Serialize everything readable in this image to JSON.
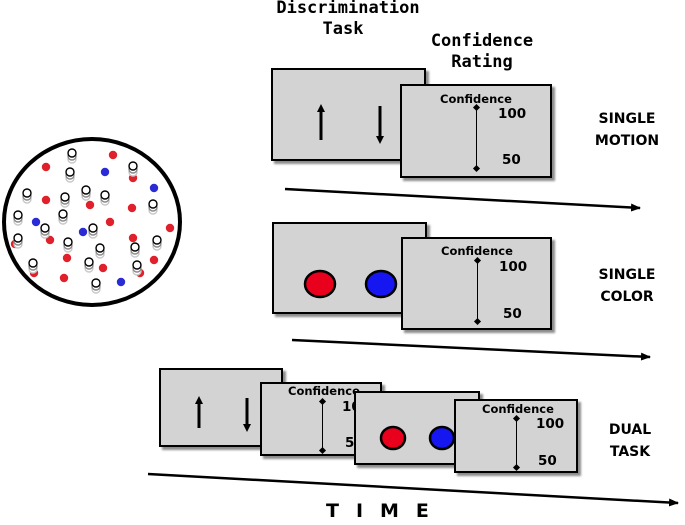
{
  "headers": {
    "discrimination_line1": "Discrimination",
    "discrimination_line2": "Task",
    "confidence_line1": "Confidence",
    "confidence_line2": "Rating"
  },
  "rows": [
    {
      "line1": "SINGLE",
      "line2": "MOTION"
    },
    {
      "line1": "SINGLE",
      "line2": "COLOR"
    },
    {
      "line1": "DUAL",
      "line2": "TASK"
    }
  ],
  "confidence_panel": {
    "label": "Confidence",
    "high": "100",
    "low": "50"
  },
  "time_label": "TIME",
  "colors": {
    "panel": "#d3d3d3",
    "red_stimulus": "#e8001c",
    "blue_stimulus": "#1616f0",
    "dot_red": "#e0202a",
    "dot_blue": "#2b2bd6"
  },
  "stimuli": {
    "motion_arrows": [
      "arrow-up-icon",
      "arrow-down-icon"
    ],
    "color_circles": [
      "red-circle",
      "blue-circle"
    ]
  }
}
